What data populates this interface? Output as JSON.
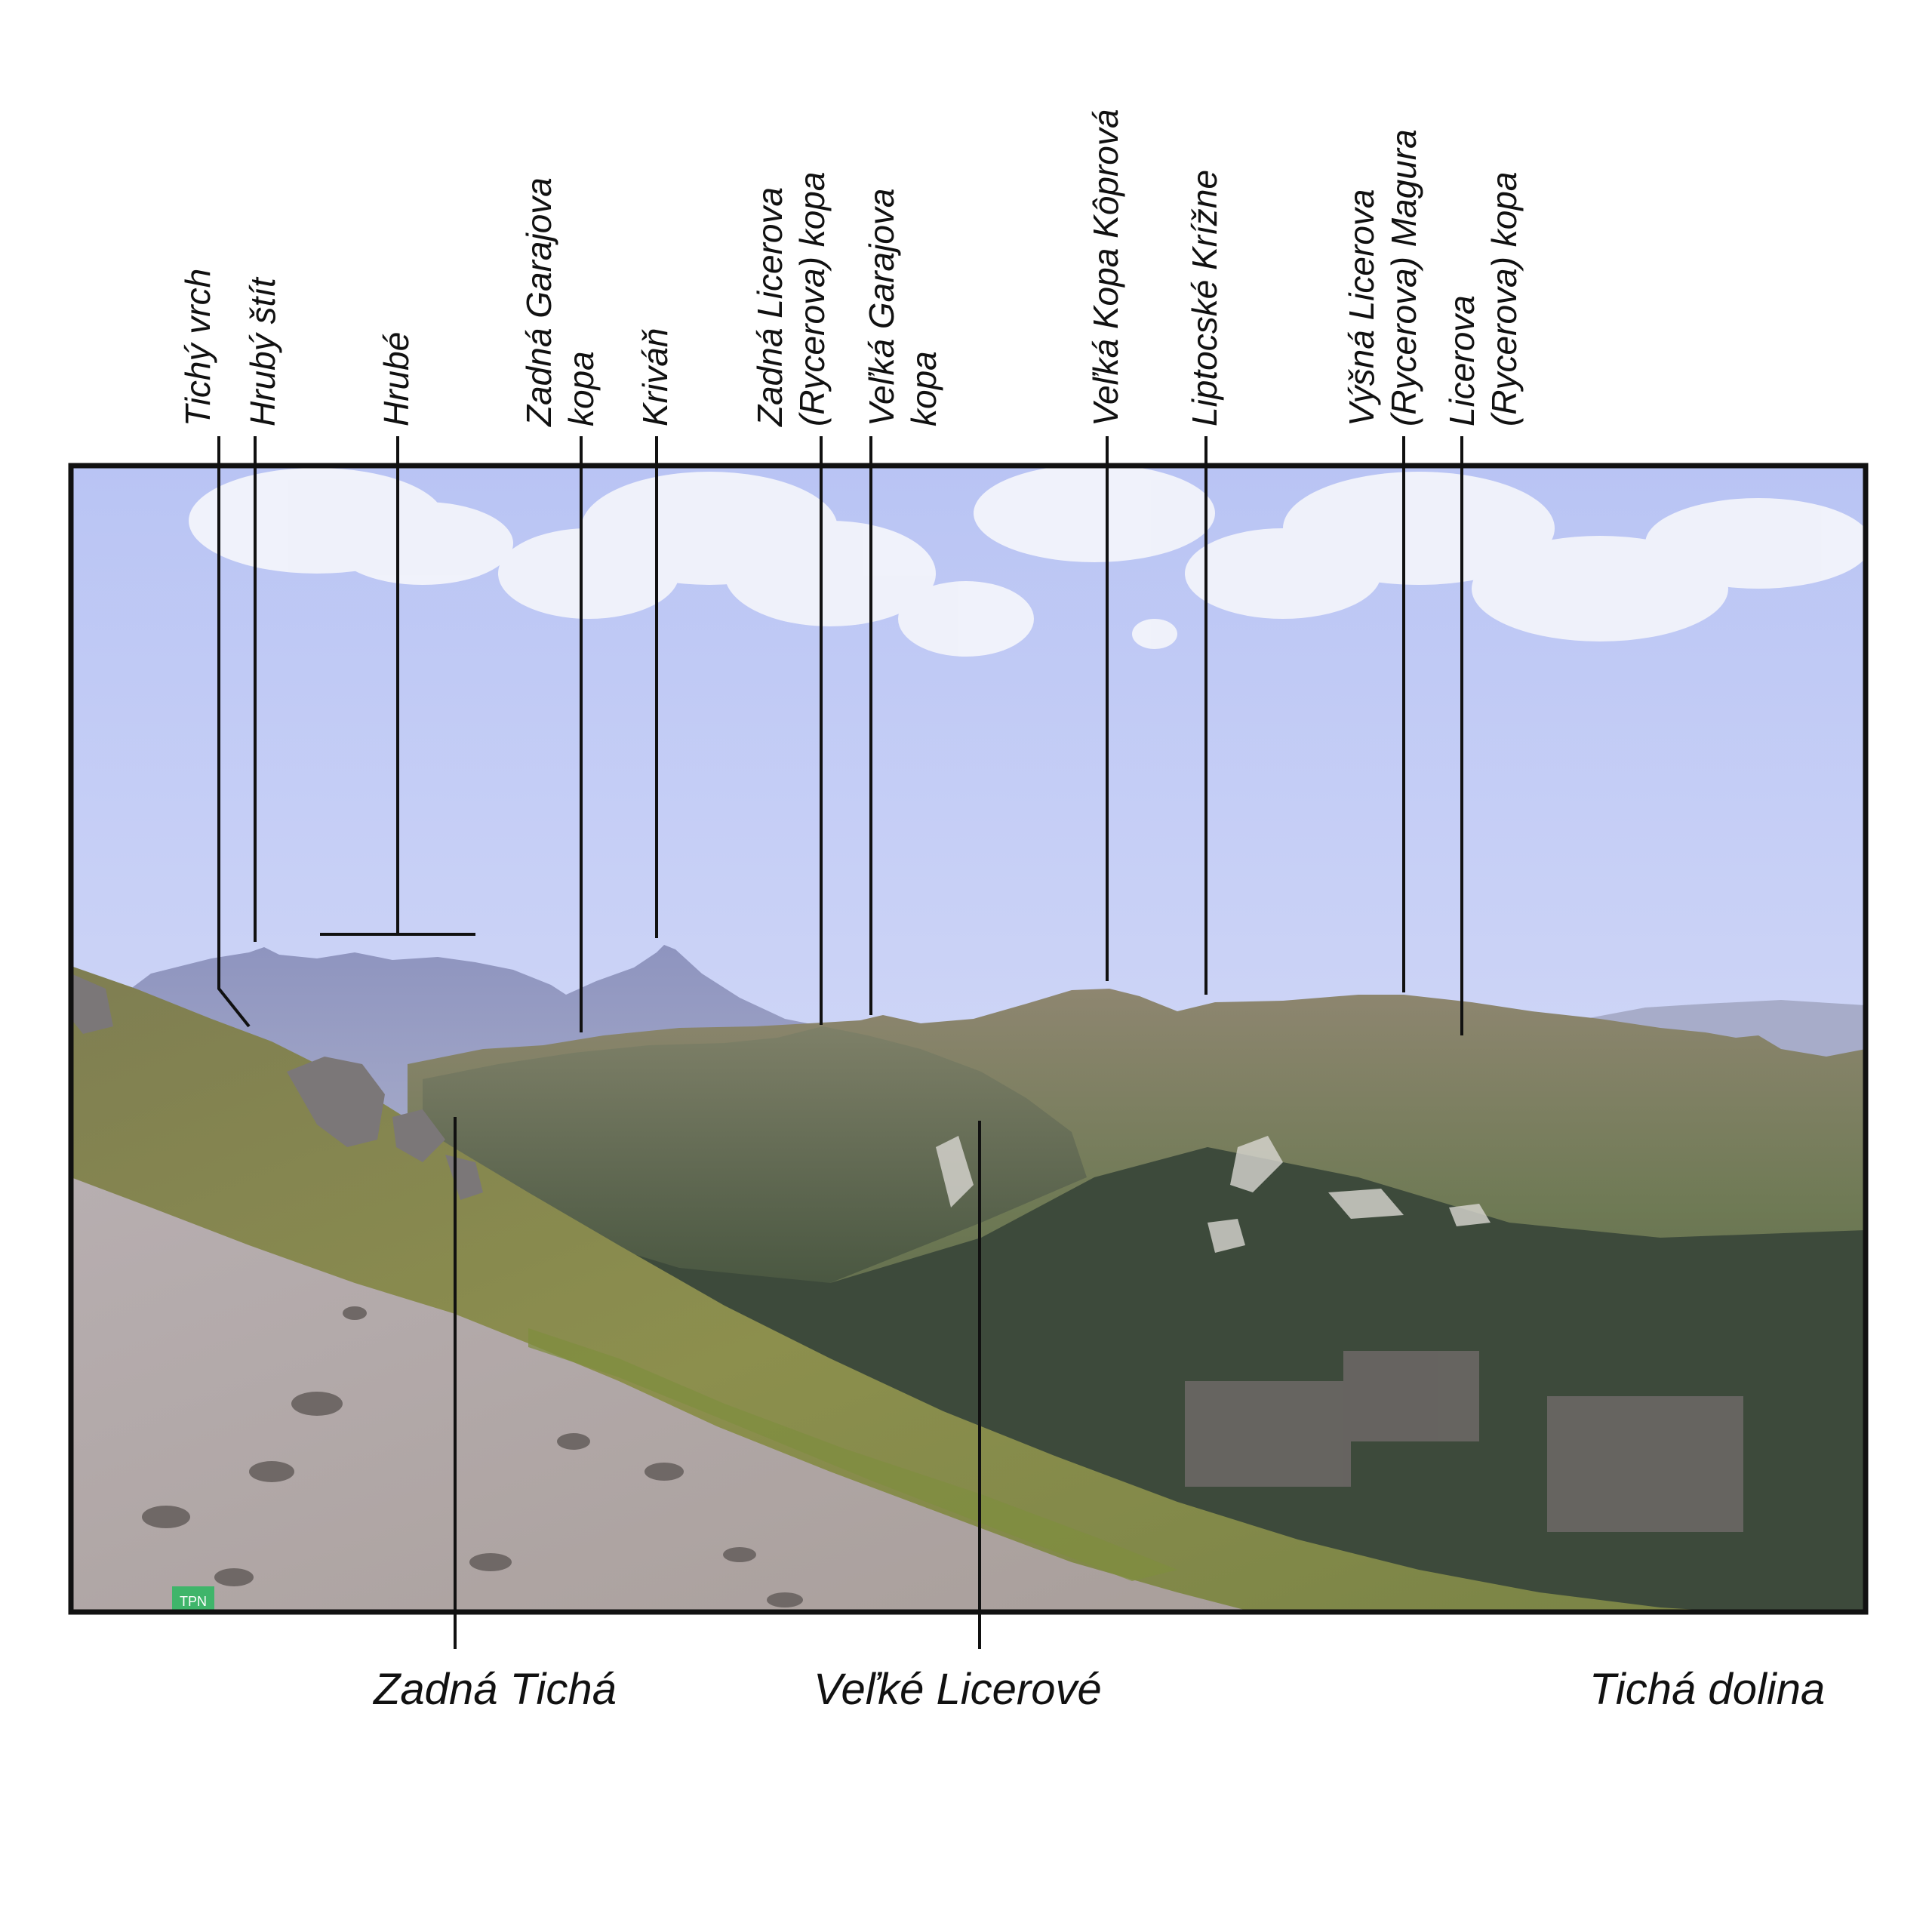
{
  "peaks": [
    {
      "id": "tichy-vrch",
      "lines": [
        "Tichý vrch"
      ]
    },
    {
      "id": "hruby-stit",
      "lines": [
        "Hrubý štít"
      ]
    },
    {
      "id": "hrube",
      "lines": [
        "Hrubé"
      ]
    },
    {
      "id": "zadna-garajova-kopa",
      "lines": [
        "Zadná Garajova",
        "kopa"
      ]
    },
    {
      "id": "krivan",
      "lines": [
        "Kriváň"
      ]
    },
    {
      "id": "zadna-licerova-kopa",
      "lines": [
        "Zadná Licerova",
        "(Rycerova) kopa"
      ]
    },
    {
      "id": "velka-garajova-kopa",
      "lines": [
        "Veľká Garajova",
        "kopa"
      ]
    },
    {
      "id": "velka-kopa-koprova",
      "lines": [
        "Veľká Kopa Kôprová"
      ]
    },
    {
      "id": "liptovske-krizne",
      "lines": [
        "Liptocské Krížne"
      ]
    },
    {
      "id": "vysna-licerova-magura",
      "lines": [
        "Výšná Licerova",
        "(Rycerova) Magura"
      ]
    },
    {
      "id": "licerova-kopa",
      "lines": [
        "Licerova",
        "(Rycerova) kopa"
      ]
    }
  ],
  "bottom_labels": {
    "zadna_ticha": "Zadná Tichá",
    "velke_licerove": "Veľké Licerové",
    "ticha_dolina": "Tichá dolina"
  },
  "photo": {
    "sign_text": "TPN",
    "colors": {
      "sky_top": "#c3cdf6",
      "sky_bottom": "#dfe4f8",
      "far_mountains": "#8a92bc",
      "ridge": "#7e8062",
      "forest": "#3f4f3a",
      "grass": "#8f9456",
      "path": "#b9afad",
      "frame": "#111111"
    }
  }
}
